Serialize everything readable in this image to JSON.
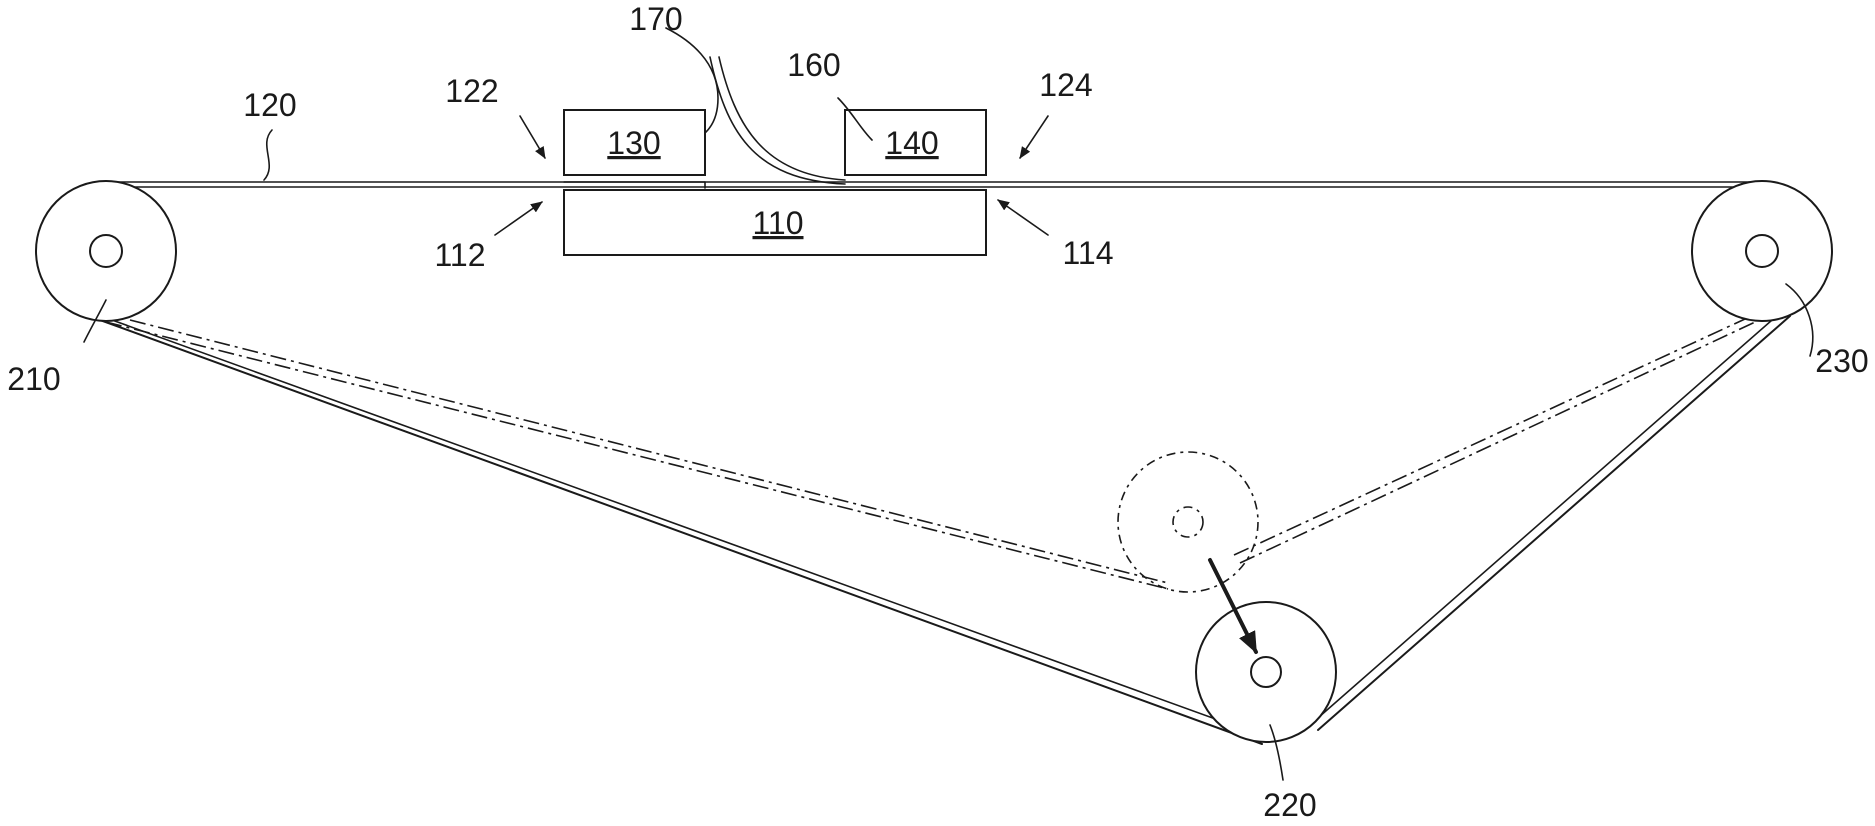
{
  "labels": {
    "belt": "120",
    "belt_in": "122",
    "belt_out": "124",
    "platen": "110",
    "platen_in": "112",
    "platen_out": "114",
    "upper_left": "130",
    "upper_right": "140",
    "film": "160",
    "gap": "170",
    "roller_left": "210",
    "roller_bottom": "220",
    "roller_right": "230"
  }
}
